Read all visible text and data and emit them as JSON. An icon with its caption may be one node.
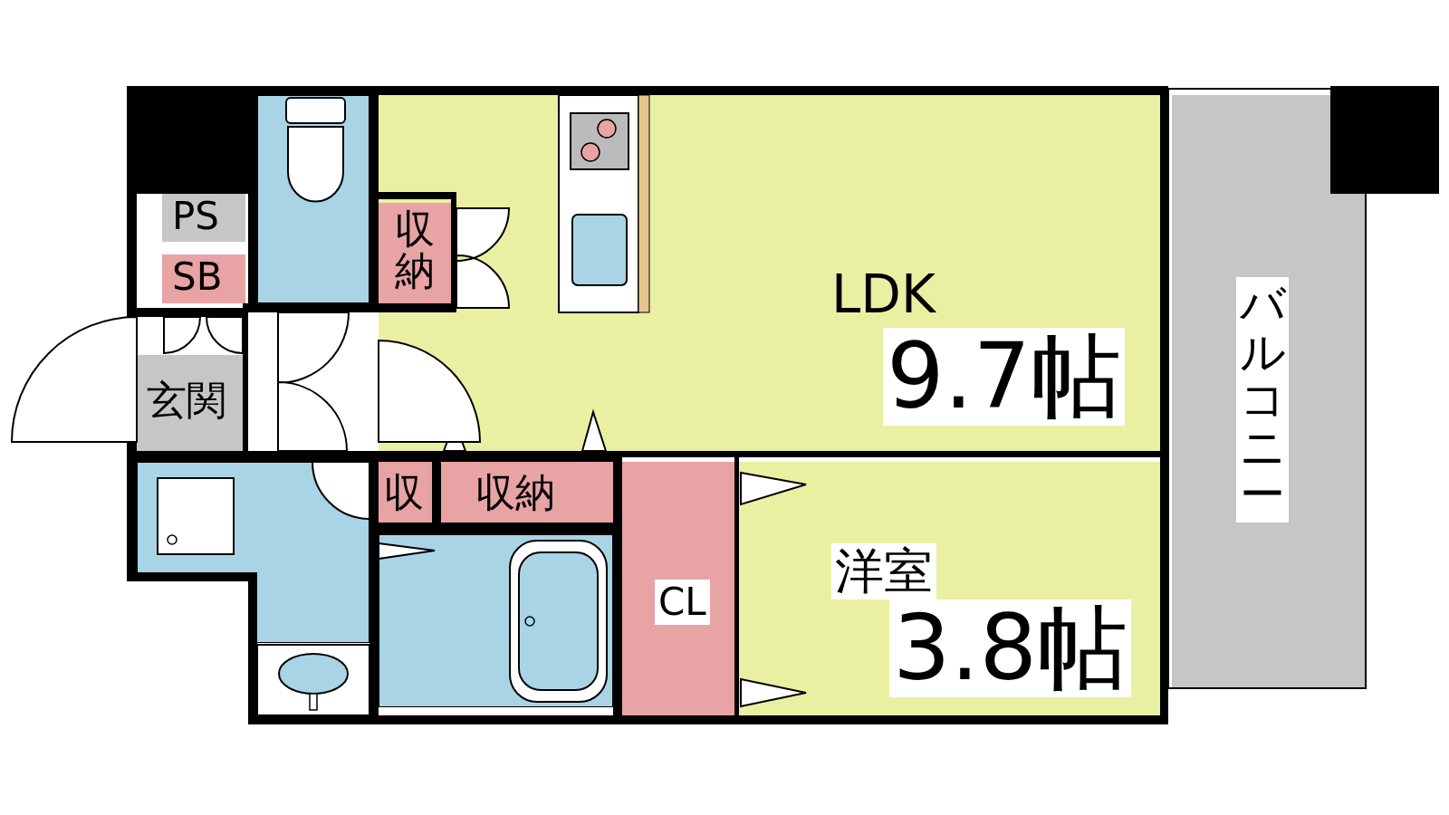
{
  "diagram": {
    "nodes": [
      {
        "text": [
          "PS"
        ]
      },
      {
        "text": [
          "SB"
        ]
      },
      {
        "text": [],
        "shape": "box"
      },
      {
        "text": [
          "収納"
        ],
        "in": 4
      },
      {
        "text": [
          "LDK",
          "9.7帖"
        ]
      },
      {
        "text": [
          "バルコニー"
        ]
      },
      {
        "text": [
          "玄関"
        ]
      },
      {
        "text": [],
        "shape": "box"
      },
      {
        "text": [
          "収"
        ]
      },
      {
        "text": [
          "収納"
        ]
      },
      {
        "text": [],
        "shape": "box"
      },
      {
        "text": [
          "CL"
        ]
      },
      {
        "text": [
          "洋室",
          "3.8帖"
        ]
      }
    ]
  }
}
